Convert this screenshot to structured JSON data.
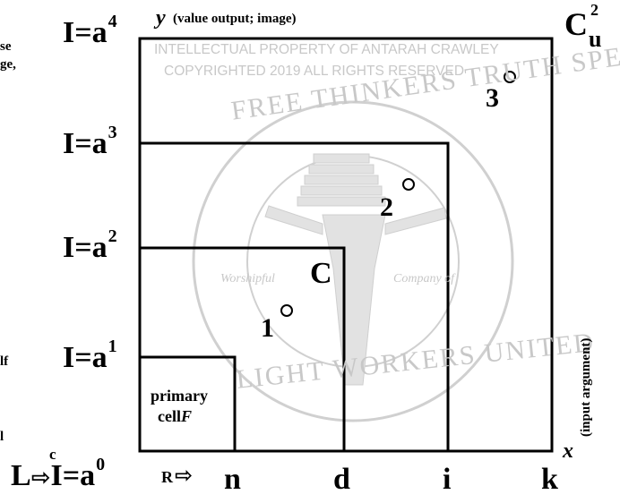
{
  "header": {
    "y_var": "y",
    "y_desc": "(value output; image)"
  },
  "watermark": {
    "line1": "INTELLECTUAL PROPERTY OF ANTARAH CRAWLEY",
    "line2": "COPYRIGHTED 2019 ALL RIGHTS RESERVED",
    "seal_top": "FREE THINKERS TRUTH SPEAKERS",
    "seal_bottom": "LIGHT WORKERS UNITED",
    "seal_left": "Worshipful",
    "seal_right": "Company of"
  },
  "levels": [
    {
      "base": "I=a",
      "exp": "4"
    },
    {
      "base": "I=a",
      "exp": "3"
    },
    {
      "base": "I=a",
      "exp": "2"
    },
    {
      "base": "I=a",
      "exp": "1"
    }
  ],
  "origin": {
    "c": "c",
    "L": "L",
    "arrow": "⇨",
    "base": "I=a",
    "exp": "0",
    "R": "R",
    "arrow_r": "⇨"
  },
  "corner": {
    "C": "C",
    "u": "u",
    "exp": "2"
  },
  "center_c": "C",
  "x_ticks": [
    "n",
    "d",
    "i",
    "k"
  ],
  "x_var": "x",
  "x_desc": "(input argument)",
  "primary_cell": {
    "line1": "primary",
    "line2": "cell",
    "F": "F"
  },
  "points": [
    "1",
    "2",
    "3"
  ],
  "left_fragments": [
    "se",
    "ge,",
    "lf",
    "l"
  ]
}
